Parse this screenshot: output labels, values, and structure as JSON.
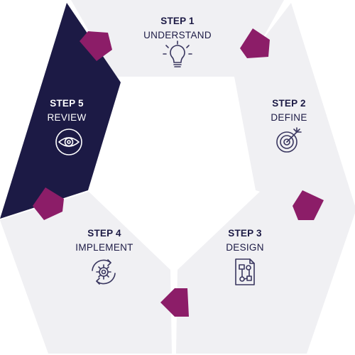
{
  "diagram": {
    "steps": [
      {
        "title": "STEP 1",
        "label": "UNDERSTAND",
        "icon": "lightbulb-icon"
      },
      {
        "title": "STEP 2",
        "label": "DEFINE",
        "icon": "target-icon"
      },
      {
        "title": "STEP 3",
        "label": "DESIGN",
        "icon": "design-document-icon"
      },
      {
        "title": "STEP 4",
        "label": "IMPLEMENT",
        "icon": "gear-cycle-icon"
      },
      {
        "title": "STEP 5",
        "label": "REVIEW",
        "icon": "eye-icon"
      }
    ],
    "highlighted_step": 5
  },
  "colors": {
    "segment": "#f0f0f3",
    "segment_active": "#1c1a45",
    "connector": "#8c1d68",
    "text": "#1c1a45",
    "text_active": "#ffffff",
    "icon": "#3a3760",
    "icon_active": "#ffffff"
  }
}
